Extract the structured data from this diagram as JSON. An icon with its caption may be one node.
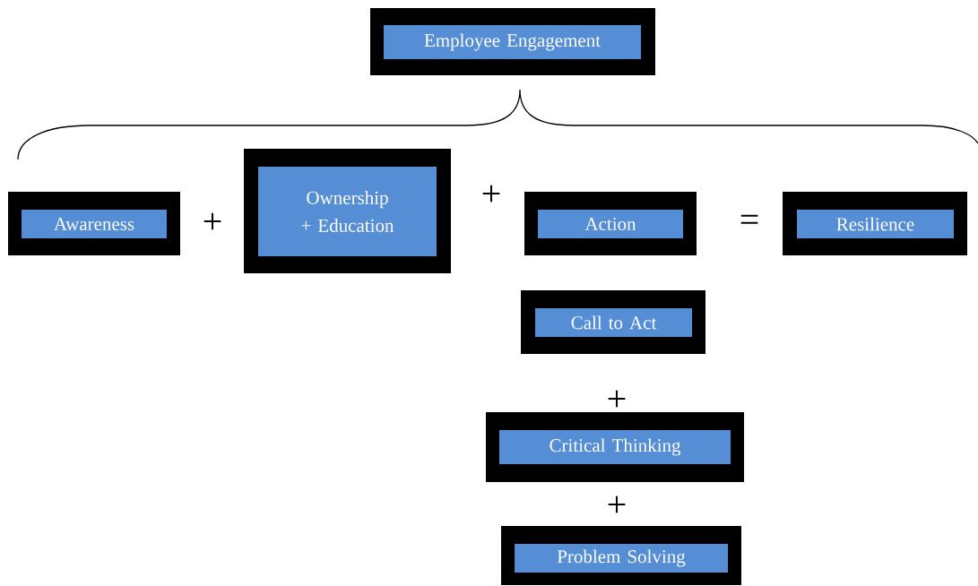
{
  "diagram": {
    "nodes": [
      {
        "text": [
          "Employee Engagement"
        ]
      },
      {
        "text": [
          "Awareness"
        ]
      },
      {
        "text": [
          "Ownership + Education"
        ]
      },
      {
        "text": [
          "Action"
        ]
      },
      {
        "text": [
          "Resilience"
        ]
      },
      {
        "text": [
          "Call to Act"
        ]
      },
      {
        "text": [
          "Critical Thinking"
        ]
      },
      {
        "text": [
          "Problem Solving"
        ]
      }
    ],
    "labels": [
      "+",
      "+",
      "=",
      "+",
      "+"
    ]
  }
}
